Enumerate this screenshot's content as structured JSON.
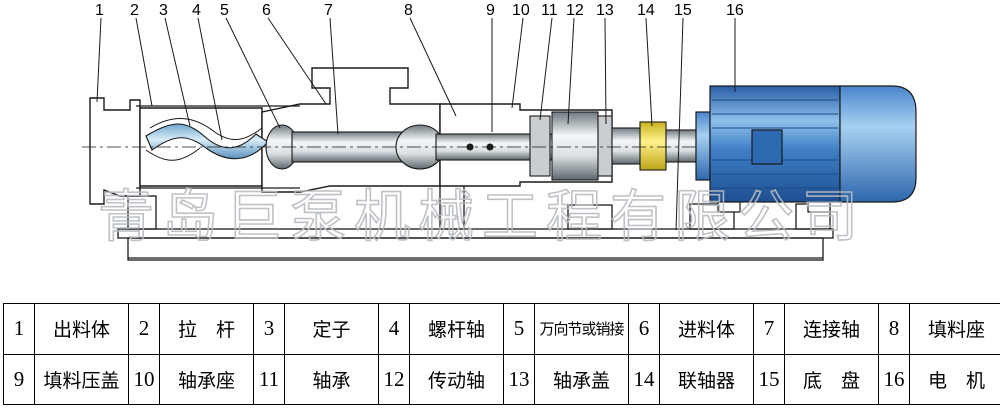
{
  "watermark": "青岛巨泵机械工程有限公司",
  "callout_numbers": [
    "1",
    "2",
    "3",
    "4",
    "5",
    "6",
    "7",
    "8",
    "9",
    "10",
    "11",
    "12",
    "13",
    "14",
    "15",
    "16"
  ],
  "legend": [
    [
      {
        "num": "1",
        "name": "出料体"
      },
      {
        "num": "2",
        "name": "拉　杆"
      },
      {
        "num": "3",
        "name": "定子"
      },
      {
        "num": "4",
        "name": "螺杆轴"
      },
      {
        "num": "5",
        "name": "万向节或销接"
      },
      {
        "num": "6",
        "name": "进料体"
      },
      {
        "num": "7",
        "name": "连接轴"
      },
      {
        "num": "8",
        "name": "填料座"
      }
    ],
    [
      {
        "num": "9",
        "name": "填料压盖"
      },
      {
        "num": "10",
        "name": "轴承座"
      },
      {
        "num": "11",
        "name": "轴承"
      },
      {
        "num": "12",
        "name": "传动轴"
      },
      {
        "num": "13",
        "name": "轴承盖"
      },
      {
        "num": "14",
        "name": "联轴器"
      },
      {
        "num": "15",
        "name": "底　盘"
      },
      {
        "num": "16",
        "name": "电　机"
      }
    ]
  ],
  "colors": {
    "outline": "#1a1a1a",
    "housing_fill": "#ffffff",
    "shaft_light": "#eef2f4",
    "shaft_dark": "#7f8a90",
    "screw_blue": "#a9cfe6",
    "motor_blue": "#2f6fb8",
    "motor_light": "#7db2e3",
    "coupling_yellow": "#f4e04d",
    "watermark": "#b8bcc0"
  }
}
